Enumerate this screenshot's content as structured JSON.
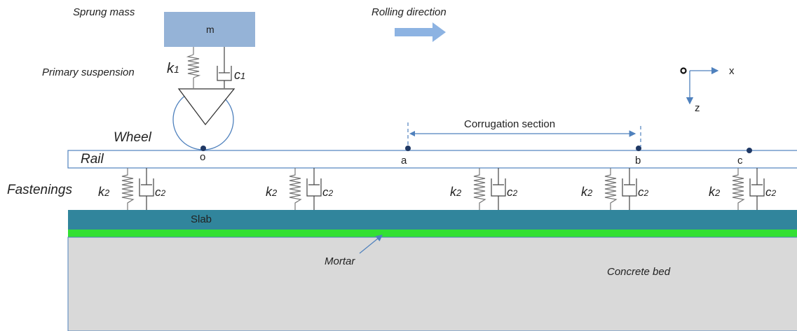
{
  "labels": {
    "sprung_mass": "Sprung mass",
    "mass_symbol": "m",
    "rolling_direction": "Rolling direction",
    "primary_suspension": "Primary suspension",
    "wheel": "Wheel",
    "rail": "Rail",
    "fastenings": "Fastenings",
    "slab": "Slab",
    "mortar": "Mortar",
    "concrete_bed": "Concrete bed",
    "corrugation_section": "Corrugation section",
    "axis_x": "x",
    "axis_z": "z"
  },
  "suspension": {
    "spring": "k",
    "spring_sub": "1",
    "damper": "c",
    "damper_sub": "1"
  },
  "fastening": {
    "spring": "k",
    "spring_sub": "2",
    "damper": "c",
    "damper_sub": "2"
  },
  "points": {
    "o": "o",
    "a": "a",
    "b": "b",
    "c": "c"
  },
  "colors": {
    "mass": "#95b3d7",
    "slab": "#31859c",
    "mortar": "#33e033",
    "concrete": "#d9d9d9",
    "arrow": "#8db3e2",
    "accent": "#4f81bd",
    "node": "#1f3864"
  }
}
